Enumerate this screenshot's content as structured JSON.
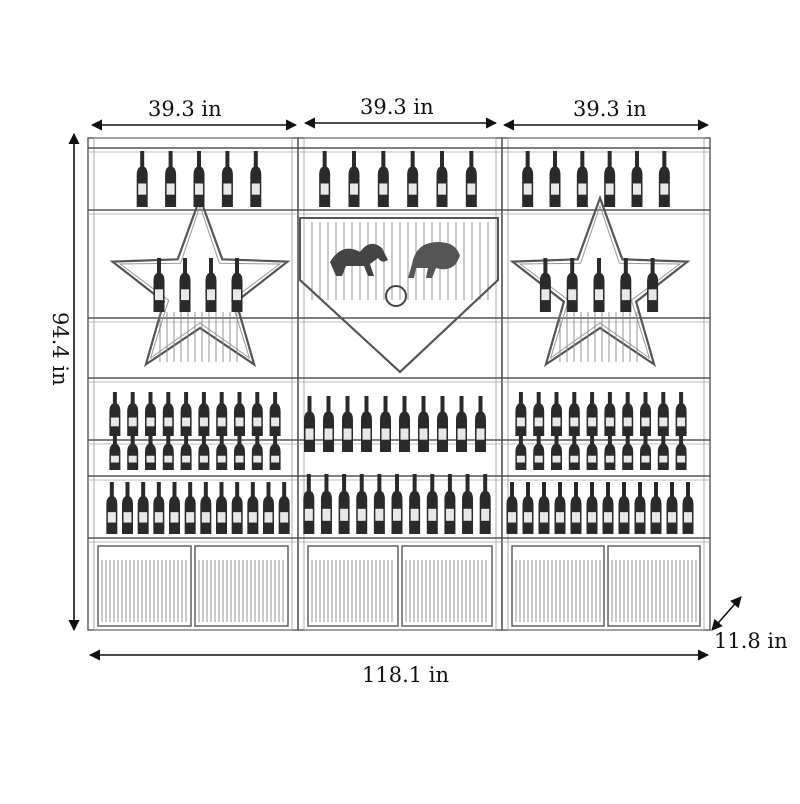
{
  "dimensions": {
    "section_width_1": "39.3 in",
    "section_width_2": "39.3 in",
    "section_width_3": "39.3 in",
    "total_width": "118.1 in",
    "height": "94.4 in",
    "depth": "11.8 in"
  },
  "colors": {
    "line": "#555555",
    "line_dark": "#222222",
    "bottle": "#2a2a2a",
    "label": "#e8e8e8",
    "background": "#ffffff"
  }
}
